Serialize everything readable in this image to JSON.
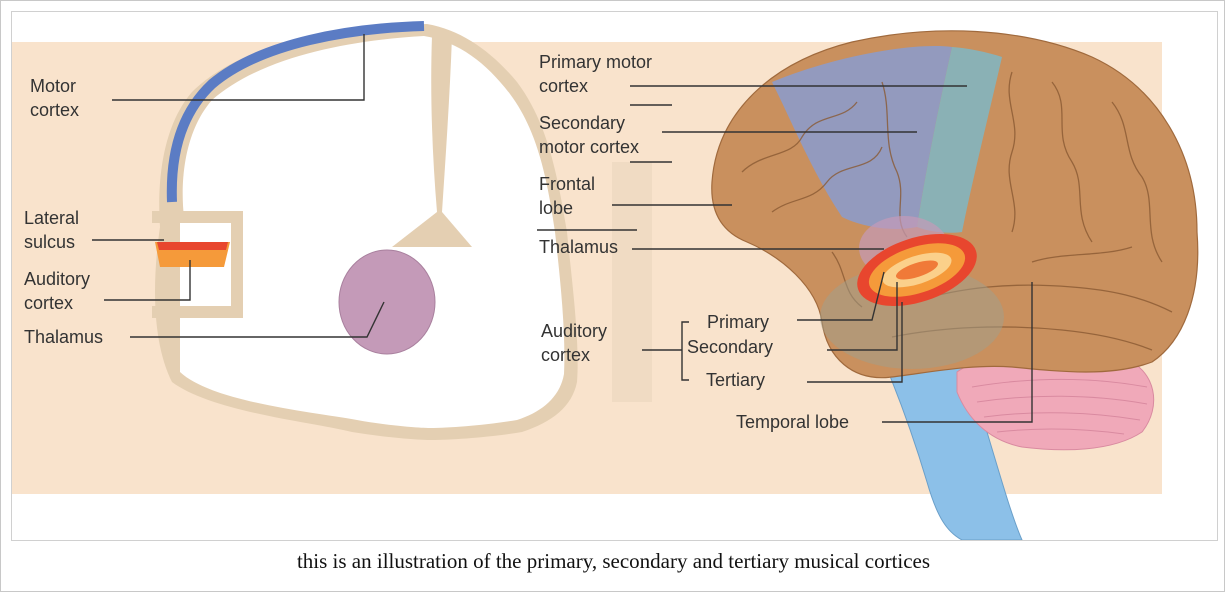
{
  "diagram": {
    "coronal_labels": {
      "motor_cortex_1": "Motor",
      "motor_cortex_2": "cortex",
      "lateral_sulcus_1": "Lateral",
      "lateral_sulcus_2": "sulcus",
      "auditory_cortex_1": "Auditory",
      "auditory_cortex_2": "cortex",
      "thalamus": "Thalamus"
    },
    "lateral_labels": {
      "primary_motor_1": "Primary motor",
      "primary_motor_2": "cortex",
      "secondary_motor_1": "Secondary",
      "secondary_motor_2": "motor cortex",
      "frontal_lobe_1": "Frontal",
      "frontal_lobe_2": "lobe",
      "thalamus": "Thalamus",
      "auditory_cortex_1": "Auditory",
      "auditory_cortex_2": "cortex",
      "primary": "Primary",
      "secondary": "Secondary",
      "tertiary": "Tertiary",
      "temporal_lobe": "Temporal lobe"
    },
    "colors": {
      "background": "#f9e3cc",
      "white_matter": "#ffffff",
      "gray_matter": "#e4cfb2",
      "motor_cortex": "#5b7cc4",
      "thalamus": "#c49ab8",
      "brain_surface": "#c9905e",
      "motor_overlay": "#8a9ccf",
      "cerebellum": "#f0a9b9",
      "brainstem": "#8cc0e8",
      "auditory_primary": "#e8462e",
      "auditory_secondary": "#f59a3a"
    }
  },
  "caption": "this is an illustration of the primary, secondary and tertiary musical cortices"
}
